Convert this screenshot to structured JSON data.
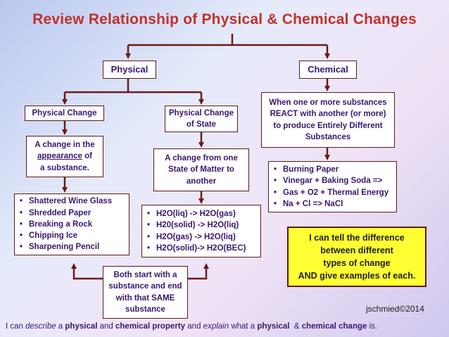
{
  "title": "Review Relationship of Physical & Chemical Changes",
  "physical_label": "Physical",
  "chemical_label": "Chemical",
  "physical_change_label": "Physical Change",
  "physical_change_state": [
    "Physical Change",
    "of State"
  ],
  "appearance_definition": {
    "before": "A change in the",
    "underlined": "appearance",
    "after": " of",
    "last": "a substance."
  },
  "state_definition": [
    "A change from one",
    "State of Matter to",
    "another"
  ],
  "chemical_definition": [
    "When one or more substances",
    "REACT with another (or more)",
    "to produce Entirely Different",
    "Substances"
  ],
  "physical_examples": [
    "Shattered Wine Glass",
    "Shredded Paper",
    "Breaking a Rock",
    "Chipping Ice",
    "Sharpening Pencil"
  ],
  "state_examples": [
    "H2O(liq) -> H2O(gas)",
    "H20(solid) -> H2O(liq)",
    "H2O(gas) -> H2O(liq)",
    "H2O(solid)-> H2O(BEC)"
  ],
  "chemical_examples": [
    "Burning Paper",
    "Vinegar + Baking Soda =>",
    "Gas + O2 + Thermal Energy",
    "Na + Cl => NaCl"
  ],
  "both_note": [
    "Both start with a",
    "substance and end",
    "with that SAME",
    "substance"
  ],
  "goal_note": [
    "I can tell the difference",
    "between different",
    "types of change",
    "AND give examples of each."
  ],
  "bullet_symbol": "•",
  "credit": "jschmied©2014",
  "objective": {
    "p1": "I can ",
    "p2": "describe",
    "p3": " a ",
    "p4": "physical",
    "p5": " and ",
    "p6": "chemical property",
    "p7": " and ",
    "p8": "explain",
    "p9": " what a ",
    "p10": "physical",
    "p11": "  & ",
    "p12": "chemical change",
    "p13": " is."
  },
  "colors": {
    "title": "#c0312b",
    "box_text": "#3a1570",
    "connector": "#6b1a1a",
    "goal_background": "#ffff33"
  }
}
